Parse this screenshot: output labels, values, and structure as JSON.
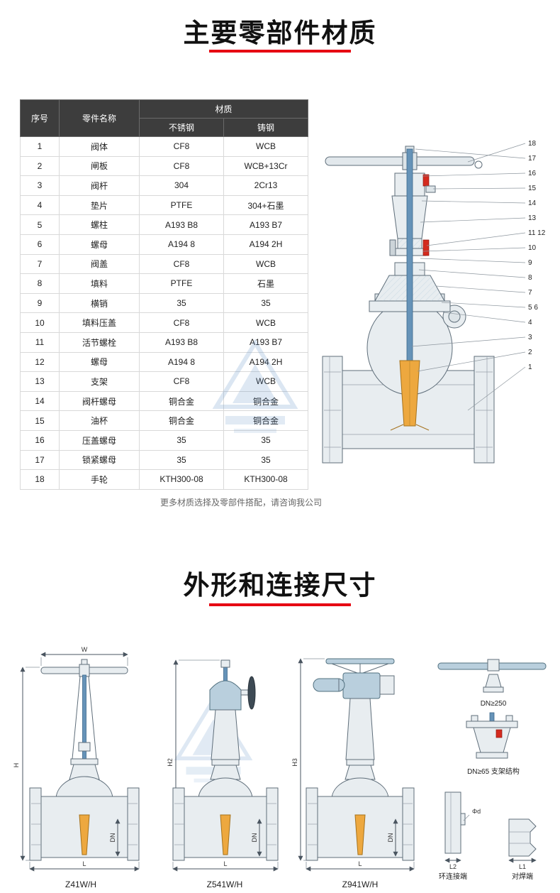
{
  "colors": {
    "accent_red": "#e60012",
    "table_header_bg": "#3d3d3d",
    "stem_blue": "#6693b8",
    "wedge_orange": "#eda83f"
  },
  "section_materials": {
    "title": "主要零部件材质",
    "table": {
      "col_no": "序号",
      "col_part": "零件名称",
      "col_material": "材质",
      "col_stainless": "不锈钢",
      "col_cast": "铸钢",
      "rows": [
        [
          "1",
          "阀体",
          "CF8",
          "WCB"
        ],
        [
          "2",
          "闸板",
          "CF8",
          "WCB+13Cr"
        ],
        [
          "3",
          "阀杆",
          "304",
          "2Cr13"
        ],
        [
          "4",
          "垫片",
          "PTFE",
          "304+石墨"
        ],
        [
          "5",
          "螺柱",
          "A193 B8",
          "A193 B7"
        ],
        [
          "6",
          "螺母",
          "A194 8",
          "A194 2H"
        ],
        [
          "7",
          "阀盖",
          "CF8",
          "WCB"
        ],
        [
          "8",
          "填料",
          "PTFE",
          "石墨"
        ],
        [
          "9",
          "横销",
          "35",
          "35"
        ],
        [
          "10",
          "填料压盖",
          "CF8",
          "WCB"
        ],
        [
          "11",
          "活节螺栓",
          "A193 B8",
          "A193 B7"
        ],
        [
          "12",
          "螺母",
          "A194 8",
          "A194 2H"
        ],
        [
          "13",
          "支架",
          "CF8",
          "WCB"
        ],
        [
          "14",
          "阀杆螺母",
          "铜合金",
          "铜合金"
        ],
        [
          "15",
          "油杯",
          "铜合金",
          "铜合金"
        ],
        [
          "16",
          "压盖螺母",
          "35",
          "35"
        ],
        [
          "17",
          "锁紧螺母",
          "35",
          "35"
        ],
        [
          "18",
          "手轮",
          "KTH300-08",
          "KTH300-08"
        ]
      ]
    },
    "note": "更多材质选择及零部件搭配，请咨询我公司",
    "diagram_callouts": [
      "18",
      "17",
      "16",
      "15",
      "14",
      "13",
      "11 12",
      "10",
      "9",
      "8",
      "7",
      "5 6",
      "4",
      "3",
      "2",
      "1"
    ]
  },
  "section_dimensions": {
    "title": "外形和连接尺寸",
    "drawings": {
      "d1": {
        "label": "Z41W/H",
        "dim_w": "W",
        "dim_h": "H",
        "dim_dn": "DN",
        "dim_l": "L"
      },
      "d2": {
        "label": "Z541W/H",
        "dim_h": "H2",
        "dim_dn": "DN",
        "dim_l": "L"
      },
      "d3": {
        "label": "Z941W/H",
        "dim_h": "H3",
        "dim_dn": "DN",
        "dim_l": "L"
      },
      "d4_handwheel": {
        "label": "DN≥250"
      },
      "d4_bracket": {
        "label": "DN≥65 支架结构"
      },
      "d4_ring": {
        "label": "环连接端",
        "dim": "L2",
        "dim_d": "Φd"
      },
      "d4_weld": {
        "label": "对焊端",
        "dim": "L1"
      }
    }
  }
}
